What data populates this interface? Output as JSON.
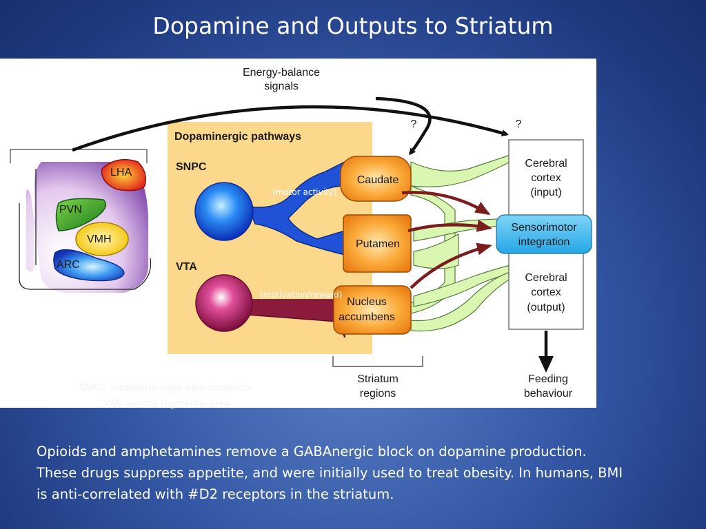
{
  "title": "Dopamine and Outputs to Striatum",
  "diagram": {
    "energy_label_line1": "Energy-balance",
    "energy_label_line2": "signals",
    "question_left": "?",
    "question_right": "?",
    "pathways_heading": "Dopaminergic pathways",
    "snpc_label": "SNPC",
    "vta_label": "VTA",
    "hypothalamus": {
      "lha": "LHA",
      "pvn": "PVN",
      "vmh": "VMH",
      "arc": "ARC"
    },
    "striatum": {
      "caudate": "Caudate",
      "putamen": "Putamen",
      "accumbens_line1": "Nucleus",
      "accumbens_line2": "accumbens"
    },
    "cortex_input": [
      "Cerebral",
      "cortex",
      "(input)"
    ],
    "sensorimotor": [
      "Sensorimotor",
      "integration"
    ],
    "cortex_output": [
      "Cerebral",
      "cortex",
      "(output)"
    ],
    "striatum_regions": [
      "Striatum",
      "regions"
    ],
    "feeding": [
      "Feeding",
      "behaviour"
    ],
    "annotation_motor": "(motor activity)",
    "annotation_motivation": "(motivation/reward)",
    "abbrev_line1": "SNPC: substantia nigra pars compacta",
    "abbrev_line2": "VTA: ventral tegmental area"
  },
  "caption": {
    "line1": "Opioids and amphetamines remove a GABAnergic block on dopamine production.",
    "line2": "These drugs suppress appetite, and were initially used to treat obesity. In humans, BMI",
    "line3": "is anti-correlated with #D2 receptors in the striatum."
  },
  "colors": {
    "background": "#3559a6",
    "pathway_box": "#fbd88c",
    "snpc": "#1a6fe8",
    "vta": "#c2185b",
    "striatum_orange": "#f7941d",
    "sensorimotor": "#3fb6ee",
    "projection_green": "#d9f7b0",
    "arrow_red": "#7a1d1d"
  }
}
